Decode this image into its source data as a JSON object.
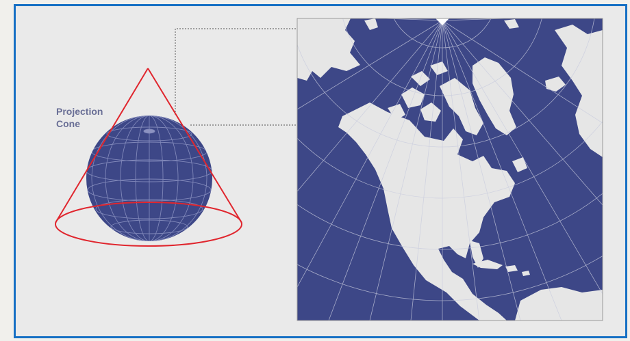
{
  "diagram": {
    "cone_label": "Projection\nCone"
  },
  "colors": {
    "panel_border": "#1670c4",
    "panel_background": "#eaeaea",
    "globe_fill": "#3d4787",
    "cone_stroke": "#e0262e",
    "land": "#e6e6e6",
    "ocean": "#3d4787",
    "graticule": "#c9ccde",
    "leader_line": "#6f6f6f"
  },
  "icons": [
    "projection-cone",
    "globe",
    "conic-projection-map"
  ]
}
